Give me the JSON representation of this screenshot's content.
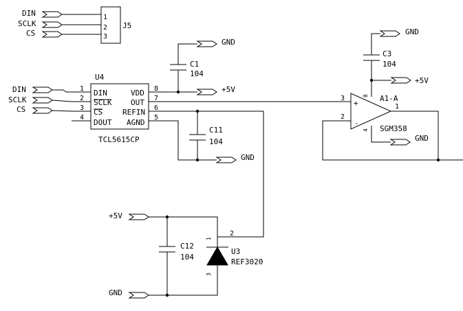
{
  "j5": {
    "ref": "J5",
    "signals": [
      "DIN",
      "SCLK",
      "CS"
    ],
    "pins": [
      "1",
      "2",
      "3"
    ]
  },
  "u4": {
    "ref": "U4",
    "part": "TCL5615CP",
    "left_pin_numbers": [
      "1",
      "2",
      "3",
      "4"
    ],
    "left_pin_names": [
      "DIN",
      "SCLK",
      "CS",
      "DOUT"
    ],
    "right_pin_numbers": [
      "8",
      "7",
      "6",
      "5"
    ],
    "right_pin_names": [
      "VDD",
      "OUT",
      "REFIN",
      "AGND"
    ],
    "input_signals": [
      "DIN",
      "SCLK",
      "CS"
    ]
  },
  "c1": {
    "ref": "C1",
    "value": "104"
  },
  "c3": {
    "ref": "C3",
    "value": "104"
  },
  "c11": {
    "ref": "C11",
    "value": "104"
  },
  "c12": {
    "ref": "C12",
    "value": "104"
  },
  "a1": {
    "ref": "A1-A",
    "part": "SGM358",
    "pin_noninv": "3",
    "pin_inv": "2",
    "pin_out": "1",
    "pin_vcc": "8",
    "pin_gnd": "4",
    "plus_sign": "+",
    "minus_sign": "-"
  },
  "u3": {
    "ref": "U3",
    "part": "REF3020",
    "pin_top": "1",
    "pin_side": "2",
    "pin_bottom": "3"
  },
  "nets": {
    "gnd": "GND",
    "vcc": "+5V"
  }
}
